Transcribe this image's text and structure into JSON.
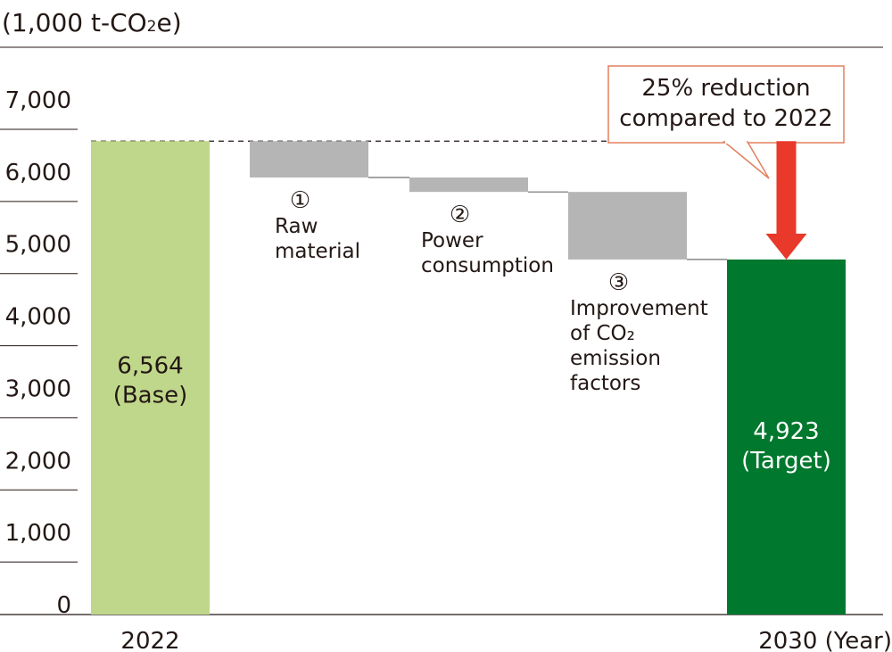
{
  "chart_data": {
    "type": "bar",
    "subtype": "waterfall",
    "unit_label": "(1,000 t-CO2e)",
    "unit_label_parts": [
      "(1,000 t-CO",
      "2",
      "e)"
    ],
    "ylim": [
      0,
      7000
    ],
    "yticks": [
      "0",
      "1,000",
      "2,000",
      "3,000",
      "4,000",
      "5,000",
      "6,000",
      "7,000"
    ],
    "ytick_values": [
      0,
      1000,
      2000,
      3000,
      4000,
      5000,
      6000,
      7000
    ],
    "grid": false,
    "bars": [
      {
        "kind": "total",
        "start": 0,
        "end": 6564,
        "value_label": "6,564",
        "sub_label": "(Base)",
        "color": "#bfd78a",
        "xtick": "2022"
      },
      {
        "kind": "step",
        "start": 6564,
        "end": 6060,
        "number": "①",
        "label_lines": [
          "Raw",
          "material"
        ],
        "color": "#b5b5b5"
      },
      {
        "kind": "step",
        "start": 6060,
        "end": 5860,
        "number": "②",
        "label_lines": [
          "Power",
          "consumption"
        ],
        "color": "#b5b5b5"
      },
      {
        "kind": "step",
        "start": 5860,
        "end": 4923,
        "number": "③",
        "label_lines": [
          "Improvement",
          "of CO₂",
          "emission",
          "factors"
        ],
        "color": "#b5b5b5"
      },
      {
        "kind": "total",
        "start": 0,
        "end": 4923,
        "value_label": "4,923",
        "sub_label": "(Target)",
        "color": "#00782d",
        "xtick": "2030 (Year)"
      }
    ],
    "callout": {
      "lines": [
        "25% reduction",
        "compared to 2022"
      ],
      "border_color": "#e2805f",
      "arrow_color": "#e8392a"
    },
    "reference_line_value": 6564
  }
}
